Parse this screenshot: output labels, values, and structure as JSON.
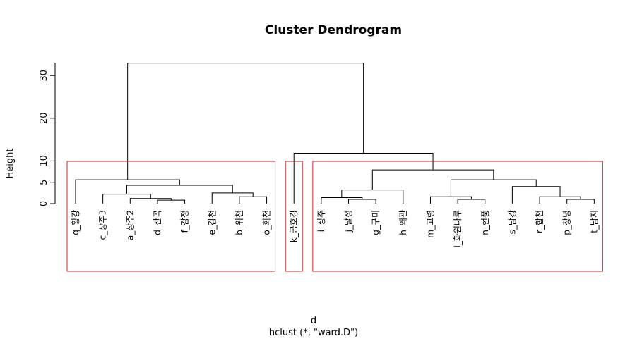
{
  "chart_data": {
    "type": "dendrogram",
    "title": "Cluster Dendrogram",
    "xlabel": "d",
    "subtitle": "hclust (*, \"ward.D\")",
    "ylabel": "Height",
    "ylim": [
      0,
      34
    ],
    "yticks": [
      0,
      5,
      10,
      20,
      30
    ],
    "leaves": [
      "q_횡강",
      "c_상주3",
      "a_상주2",
      "d_산곡",
      "f_감정",
      "e_감천",
      "b_위천",
      "o_회천",
      "k_금호강",
      "i_성주",
      "j_달성",
      "g_구미",
      "h_왜관",
      "m_고령",
      "l_화원나루",
      "n_현풍",
      "s_남강",
      "r_합천",
      "p_창녕",
      "t_남지"
    ],
    "merges": [
      {
        "a": 4,
        "b": 5,
        "h": 0.8
      },
      {
        "a": 11,
        "b": 12,
        "h": 1.0
      },
      {
        "a": 15,
        "b": 16,
        "h": 1.0
      },
      {
        "a": 19,
        "b": 20,
        "h": 1.0
      },
      {
        "a": 3,
        "b": "m1",
        "h": 1.2
      },
      {
        "a": 10,
        "b": "m2",
        "h": 1.4
      },
      {
        "a": 7,
        "b": 8,
        "h": 1.6
      },
      {
        "a": 14,
        "b": "m3",
        "h": 1.6
      },
      {
        "a": 18,
        "b": "m4",
        "h": 1.6
      },
      {
        "a": 2,
        "b": "m5",
        "h": 2.2
      },
      {
        "a": 6,
        "b": "m7",
        "h": 2.5
      },
      {
        "a": "m6",
        "b": 13,
        "h": 3.2
      },
      {
        "a": 17,
        "b": "m9",
        "h": 4.0
      },
      {
        "a": "m10",
        "b": "m11",
        "h": 4.3
      },
      {
        "a": "m8",
        "b": "m13",
        "h": 5.6
      },
      {
        "a": 1,
        "b": "m14",
        "h": 5.6
      },
      {
        "a": "m12",
        "b": "m15",
        "h": 7.9
      },
      {
        "a": 9,
        "b": "m17",
        "h": 11.8
      },
      {
        "a": "m16",
        "b": "m18",
        "h": 32.9
      }
    ],
    "rect_groups": [
      [
        1,
        8
      ],
      [
        9,
        9
      ],
      [
        10,
        20
      ]
    ],
    "rect_color": "#d62728",
    "grid": false
  }
}
